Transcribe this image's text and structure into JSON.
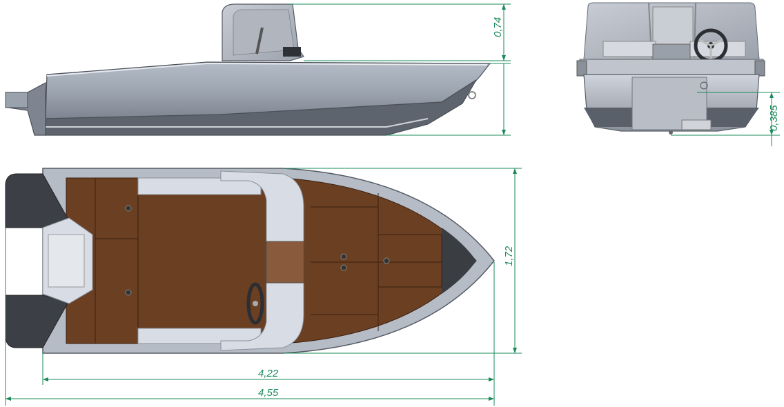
{
  "dimensions": {
    "windshield_height": "0,74",
    "transom_height": "0,385",
    "beam": "1,72",
    "hull_length": "4,22",
    "overall_length": "4,55"
  },
  "colors": {
    "dimension_line": "#1a8a5a",
    "hull_side": "#9aa2ae",
    "deck": "#6a3f22",
    "seats": "#d8dce4",
    "windshield": "#b8bcc4"
  }
}
